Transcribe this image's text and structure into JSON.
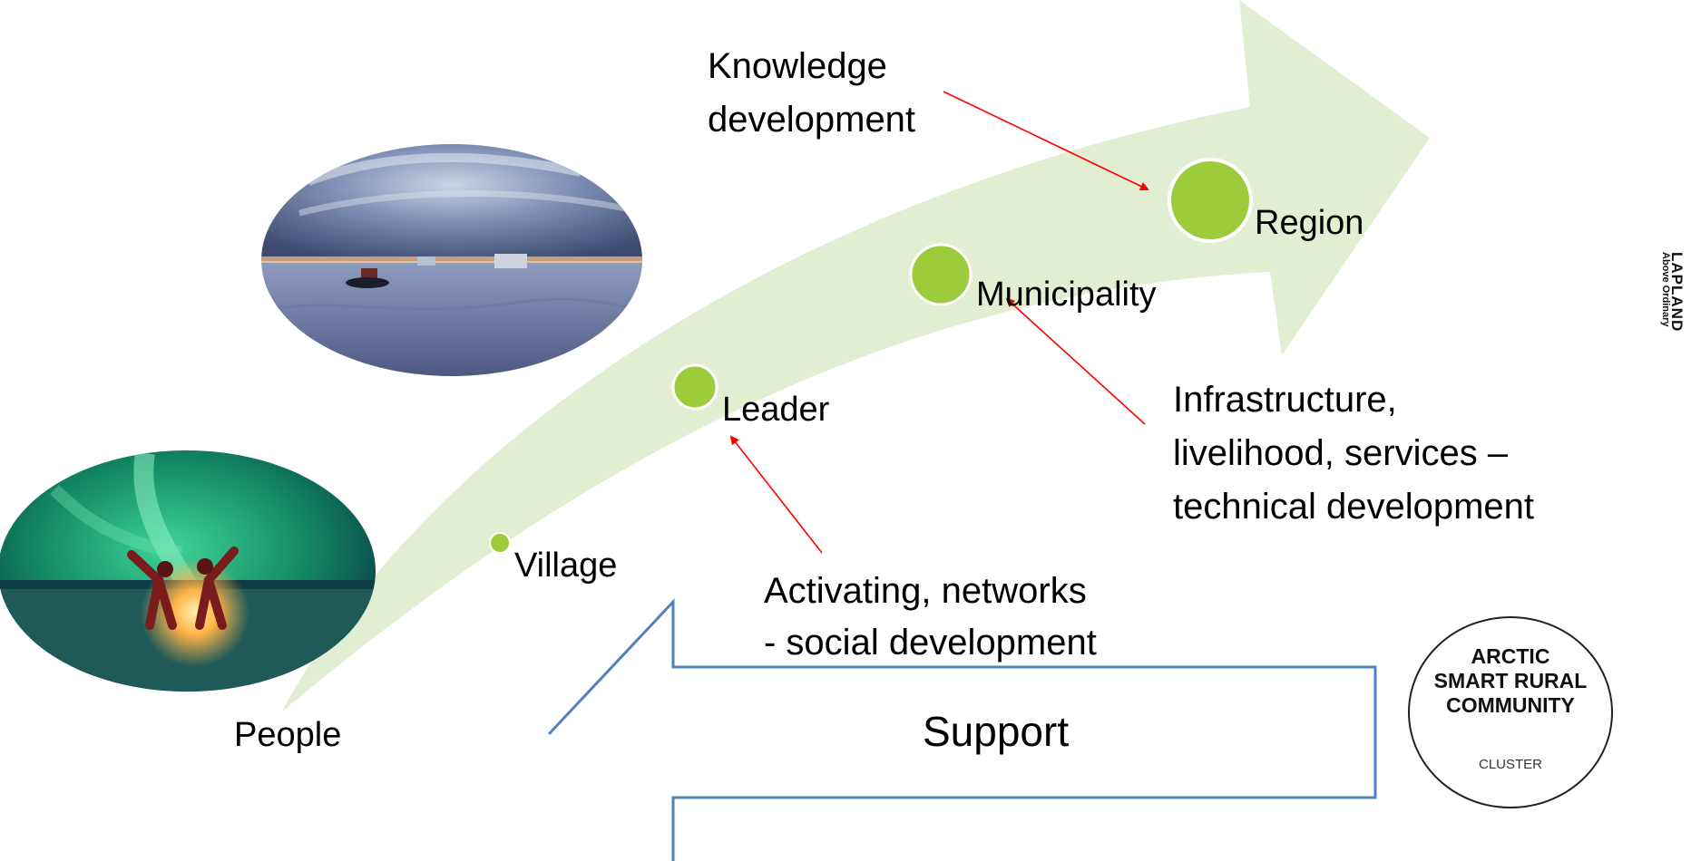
{
  "stages": [
    {
      "id": "people",
      "label": "People"
    },
    {
      "id": "village",
      "label": "Village"
    },
    {
      "id": "leader",
      "label": "Leader"
    },
    {
      "id": "municipality",
      "label": "Municipality"
    },
    {
      "id": "region",
      "label": "Region"
    }
  ],
  "inputs": {
    "knowledge": [
      "Knowledge",
      "development"
    ],
    "technical": [
      "Infrastructure,",
      "livelihood, services –",
      "technical development"
    ],
    "social": [
      "Activating, networks",
      "- social development"
    ]
  },
  "support_label": "Support",
  "logo": {
    "line1": "ARCTIC",
    "line2": "SMART RURAL",
    "line3": "COMMUNITY",
    "line4": "CLUSTER"
  },
  "brand": {
    "name": "LAPLAND",
    "tagline": "Above Ordinary"
  },
  "colors": {
    "growth_arrow": "#e2eed2",
    "node": "#9ccc3c",
    "pointer": "#ff0000",
    "support_outline": "#4f81bd"
  }
}
